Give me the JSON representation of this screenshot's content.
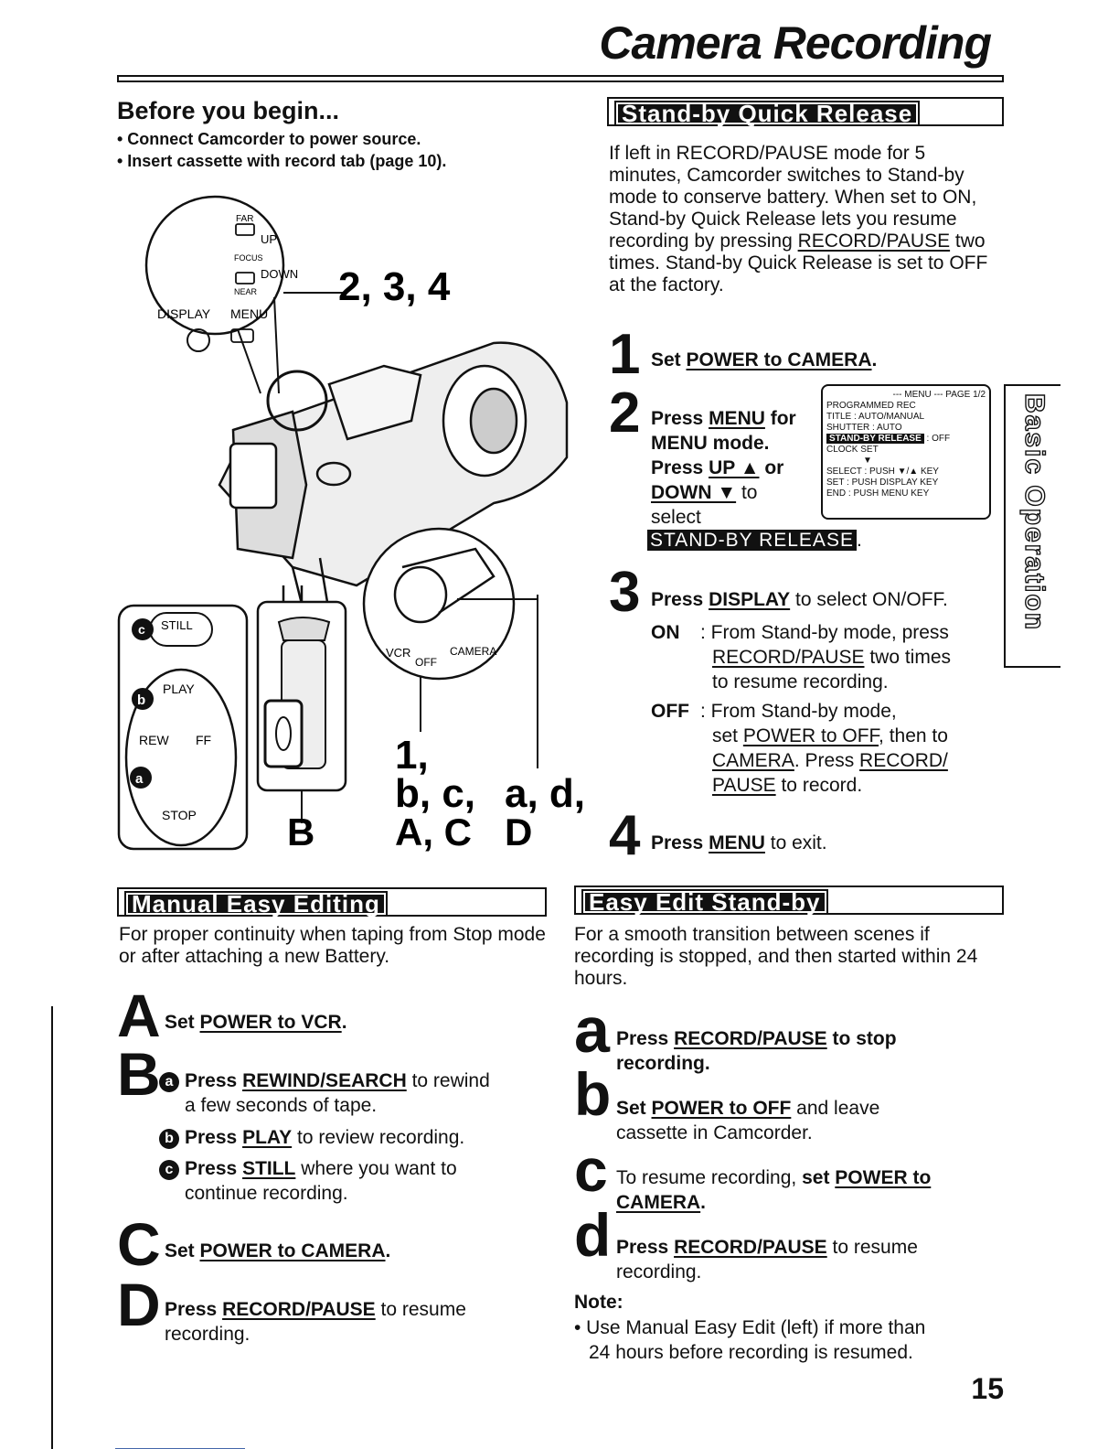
{
  "title": "Camera Recording",
  "before": {
    "heading": "Before you begin...",
    "bullets": [
      "• Connect Camcorder to power source.",
      "• Insert cassette with record tab (page 10)."
    ]
  },
  "diagram": {
    "labels": {
      "far": "FAR",
      "up": "UP",
      "focus": "FOCUS",
      "down": "DOWN",
      "near": "NEAR",
      "display": "DISPLAY",
      "menu": "MENU",
      "still": "STILL",
      "play": "PLAY",
      "rew": "REW",
      "ff": "FF",
      "stop": "STOP",
      "vcr": "VCR",
      "off": "OFF",
      "camera": "CAMERA",
      "c": "c",
      "b": "b",
      "a": "a"
    },
    "callouts": {
      "steps_234": "2, 3, 4",
      "one": "1,",
      "bc": "b, c,",
      "ad": "a, d,",
      "B": "B",
      "AC": "A, C",
      "D": "D"
    }
  },
  "standby": {
    "heading": "Stand-by Quick Release",
    "intro_1": "If left in RECORD/PAUSE mode for 5 minutes, Camcorder switches to Stand-by mode to conserve battery. When set to ON, Stand-by Quick Release lets you resume recording by pressing ",
    "intro_link": "RECORD/PAUSE",
    "intro_2": " two times. Stand-by Quick Release is set to OFF at the factory.",
    "step1_num": "1",
    "step1_pre": "Set ",
    "step1_link": "POWER to CAMERA",
    "step1_post": ".",
    "step2_num": "2",
    "step2_a": "Press ",
    "step2_menu": "MENU",
    "step2_b": " for MENU mode.",
    "step2_c": "Press ",
    "step2_up": "UP ▲",
    "step2_or": " or",
    "step2_down": "DOWN ▼",
    "step2_to": " to",
    "step2_select": "select",
    "step2_hl": "STAND-BY RELEASE",
    "step2_dot": ".",
    "menu_box": {
      "header": "--- MENU ---  PAGE 1/2",
      "rows": [
        "PROGRAMMED REC",
        "TITLE        : AUTO/MANUAL",
        "SHUTTER      : AUTO"
      ],
      "hl_row": "STAND-BY RELEASE",
      "hl_val": " : OFF",
      "rows2": [
        "CLOCK SET",
        "▼",
        "SELECT : PUSH ▼/▲ KEY",
        "SET    : PUSH DISPLAY KEY",
        "END    : PUSH MENU KEY"
      ]
    },
    "step3_num": "3",
    "step3_pre": "Press ",
    "step3_link": "DISPLAY",
    "step3_post": " to select ON/OFF.",
    "on_label": "ON",
    "on_1": ": From Stand-by mode, press",
    "on_link": "RECORD/PAUSE",
    "on_2": " two times",
    "on_3": "to resume recording.",
    "off_label": "OFF",
    "off_1": ": From Stand-by mode,",
    "off_2": "set ",
    "off_link1": "POWER to OFF",
    "off_3": ", then to",
    "off_link2": "CAMERA",
    "off_4": ". Press ",
    "off_link3": "RECORD/",
    "off_link4": "PAUSE",
    "off_5": " to record.",
    "step4_num": "4",
    "step4_pre": "Press ",
    "step4_link": "MENU",
    "step4_post": " to exit."
  },
  "side_tab": "Basic Operation",
  "manual": {
    "heading": "Manual Easy Editing",
    "intro": "For proper continuity when taping from Stop mode or after attaching a new Battery.",
    "A_num": "A",
    "A_pre": "Set ",
    "A_link": "POWER to VCR",
    "A_post": ".",
    "B_num": "B",
    "Ba_mark": "a",
    "Ba_pre": "Press ",
    "Ba_link": "REWIND/SEARCH",
    "Ba_post": " to rewind",
    "Ba_2": "a few seconds of tape.",
    "Bb_mark": "b",
    "Bb_pre": "Press ",
    "Bb_link": "PLAY",
    "Bb_post": " to review recording.",
    "Bc_mark": "c",
    "Bc_pre": "Press ",
    "Bc_link": "STILL",
    "Bc_post": " where you want to",
    "Bc_2": "continue recording.",
    "C_num": "C",
    "C_pre": "Set ",
    "C_link": "POWER to CAMERA",
    "C_post": ".",
    "D_num": "D",
    "D_pre": "Press ",
    "D_link": "RECORD/PAUSE",
    "D_post": " to resume",
    "D_2": "recording."
  },
  "easyedit": {
    "heading": "Easy Edit Stand-by",
    "intro": "For a smooth transition between scenes if recording is stopped, and then started within 24 hours.",
    "a_num": "a",
    "a_pre": "Press ",
    "a_link": "RECORD/PAUSE",
    "a_post": " to stop",
    "a_2": "recording.",
    "b_num": "b",
    "b_pre": "Set ",
    "b_link": "POWER to OFF",
    "b_post": " and leave",
    "b_2": "cassette in Camcorder.",
    "c_num": "c",
    "c_pre": "To resume recording, ",
    "c_bold": "set ",
    "c_link": "POWER to",
    "c_link2": "CAMERA",
    "c_post": ".",
    "d_num": "d",
    "d_pre": "Press ",
    "d_link": "RECORD/PAUSE",
    "d_post": " to resume",
    "d_2": "recording.",
    "note_label": "Note:",
    "note_1": "• Use Manual Easy Edit (left) if more than",
    "note_2": "24 hours before recording is resumed."
  },
  "page_number": "15"
}
